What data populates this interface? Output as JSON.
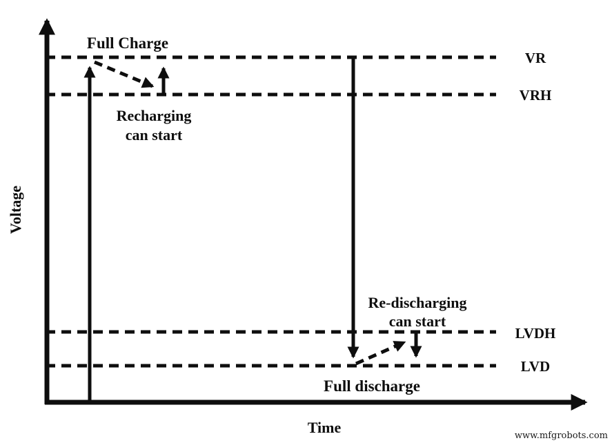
{
  "page": {
    "background_color": "#ffffff",
    "ink_color": "#0e0e0e"
  },
  "axes": {
    "y_label": "Voltage",
    "x_label": "Time"
  },
  "thresholds": [
    {
      "id": "vr",
      "label": "VR"
    },
    {
      "id": "vrh",
      "label": "VRH"
    },
    {
      "id": "lvdh",
      "label": "LVDH"
    },
    {
      "id": "lvd",
      "label": "LVD"
    }
  ],
  "annotations": {
    "full_charge": "Full Charge",
    "recharging_line1": "Recharging",
    "recharging_line2": "can start",
    "re_discharging_line1": "Re-discharging",
    "re_discharging_line2": "can start",
    "full_discharge": "Full discharge"
  },
  "watermark": "www.mfgrobots.com"
}
